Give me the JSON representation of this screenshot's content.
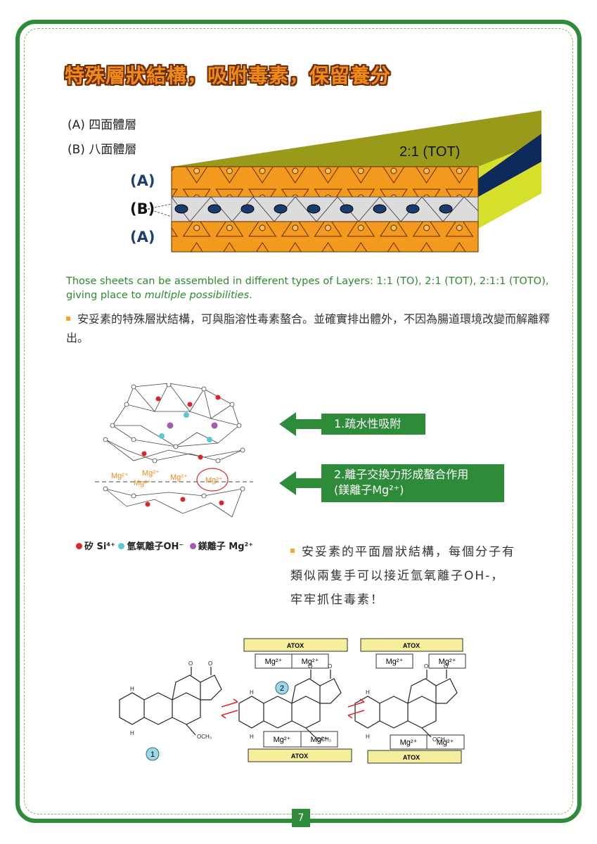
{
  "page": {
    "number": "7"
  },
  "title": "特殊層狀結構，吸附毒素，保留養分",
  "legend": {
    "a": "(A) 四面體層",
    "b": "(B) 八面體層"
  },
  "diagram1": {
    "tot_label": "2:1 (TOT)",
    "label_a_top": "(A)",
    "label_b": "(B)",
    "label_a_bottom": "(A)"
  },
  "green_note": {
    "pre": "Those sheets can be assembled in different types of Layers: 1:1 (TO), 2:1 (TOT), 2:1:1 (TOTO), giving place to ",
    "italic": "multiple possibilities",
    "post": "."
  },
  "bullet1": "安妥素的特殊層狀結構，可與脂溶性毒素螯合。並確實排出體外，不因為腸道環境改變而解離釋出。",
  "arrows": {
    "first": "1.疏水性吸附",
    "second_line1": "2.離子交換力形成螯合作用",
    "second_line2": "(鎂離子Mg²⁺)"
  },
  "mg_label": "Mg²⁺",
  "ion_legend": {
    "si": "矽 Si⁴⁺",
    "oh": "氫氧離子OH⁻",
    "mg": "鎂離子 Mg²⁺"
  },
  "bullet2": "安妥素的平面層狀結構，每個分子有類似兩隻手可以接近氫氧離子OH-，牢牢抓住毒素！",
  "diagram2": {
    "atox": "ATOX",
    "mg": "Mg²⁺",
    "och3": "OCH₃",
    "h": "H",
    "o": "O",
    "step1": "1",
    "step2": "2"
  },
  "colors": {
    "green": "#2e8b3a",
    "orange": "#f28a17",
    "tetra": "#f39a1e",
    "olive": "#9a9a1a",
    "navy": "#0e2a5a",
    "yellow": "#f5ee9a"
  }
}
